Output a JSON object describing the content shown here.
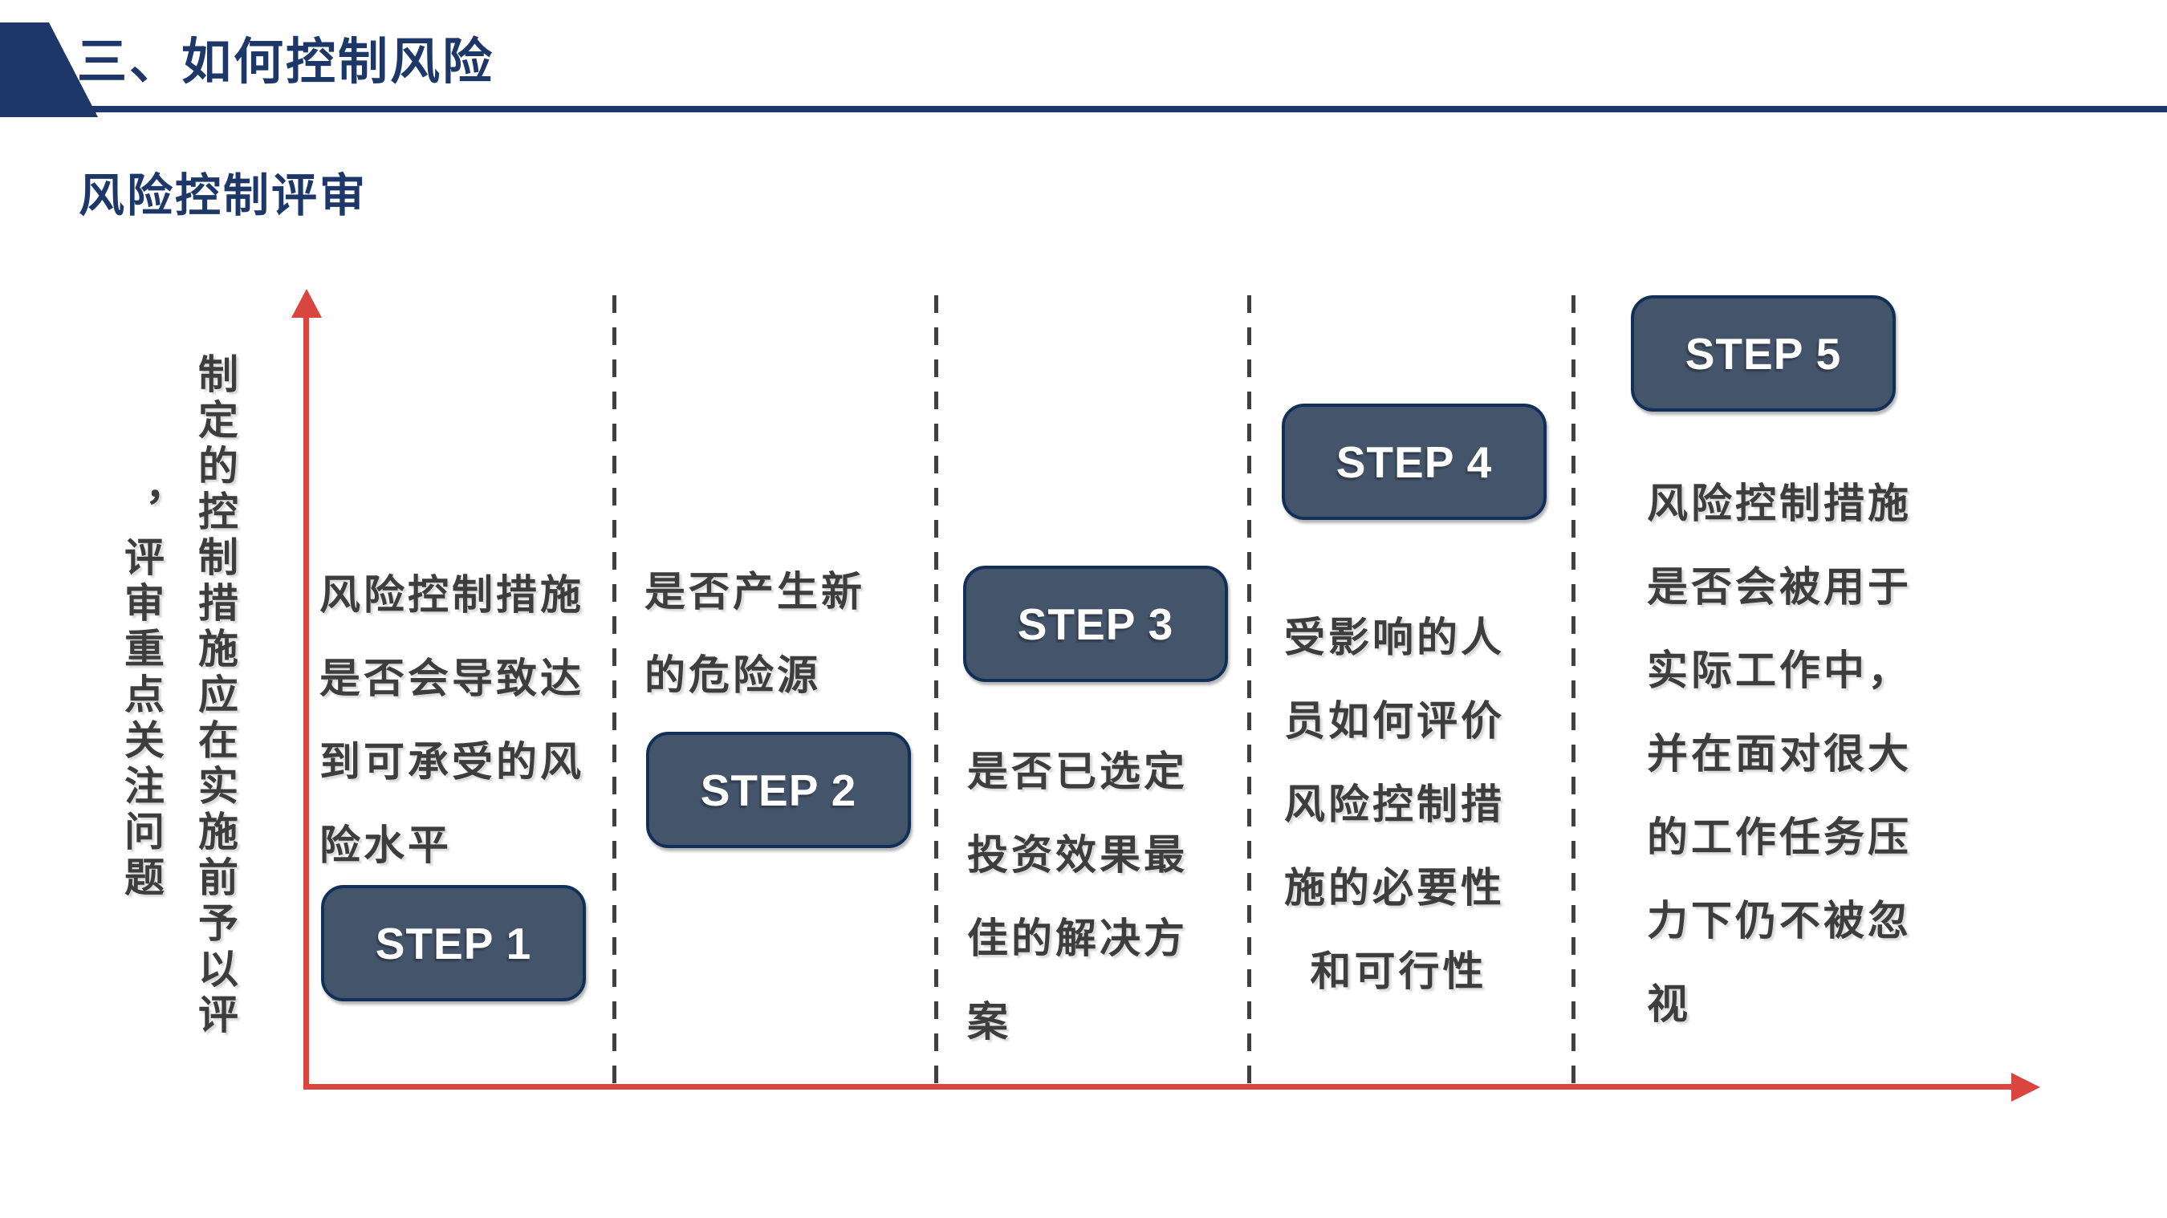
{
  "slide": {
    "title": "三、如何控制风险",
    "subtitle": "风险控制评审"
  },
  "axis": {
    "vertical_label_line1": "制定的控制措施应在实施前予以评",
    "vertical_label_line2": "，评审重点关注问题"
  },
  "steps": [
    {
      "label": "STEP 1",
      "lines": [
        "风险控制措施",
        "是否会导致达",
        "到可承受的风",
        "险水平"
      ]
    },
    {
      "label": "STEP 2",
      "lines": [
        "是否产生新",
        "的危险源"
      ]
    },
    {
      "label": "STEP 3",
      "lines": [
        "是否已选定",
        "投资效果最",
        "佳的解决方",
        "案"
      ]
    },
    {
      "label": "STEP 4",
      "lines": [
        "受影响的人",
        "员如何评价",
        "风险控制措",
        "施的必要性",
        "和可行性"
      ]
    },
    {
      "label": "STEP 5",
      "lines": [
        "风险控制措施",
        "是否会被用于",
        "实际工作中，",
        "并在面对很大",
        "的工作任务压",
        "力下仍不被忽",
        "视"
      ]
    }
  ],
  "colors": {
    "navy": "#1c3768",
    "badge_fill": "#44546a",
    "badge_border": "#112f57",
    "axis_red": "#da463f",
    "text_gray": "#3d3d3d",
    "dash_gray": "#404040"
  }
}
